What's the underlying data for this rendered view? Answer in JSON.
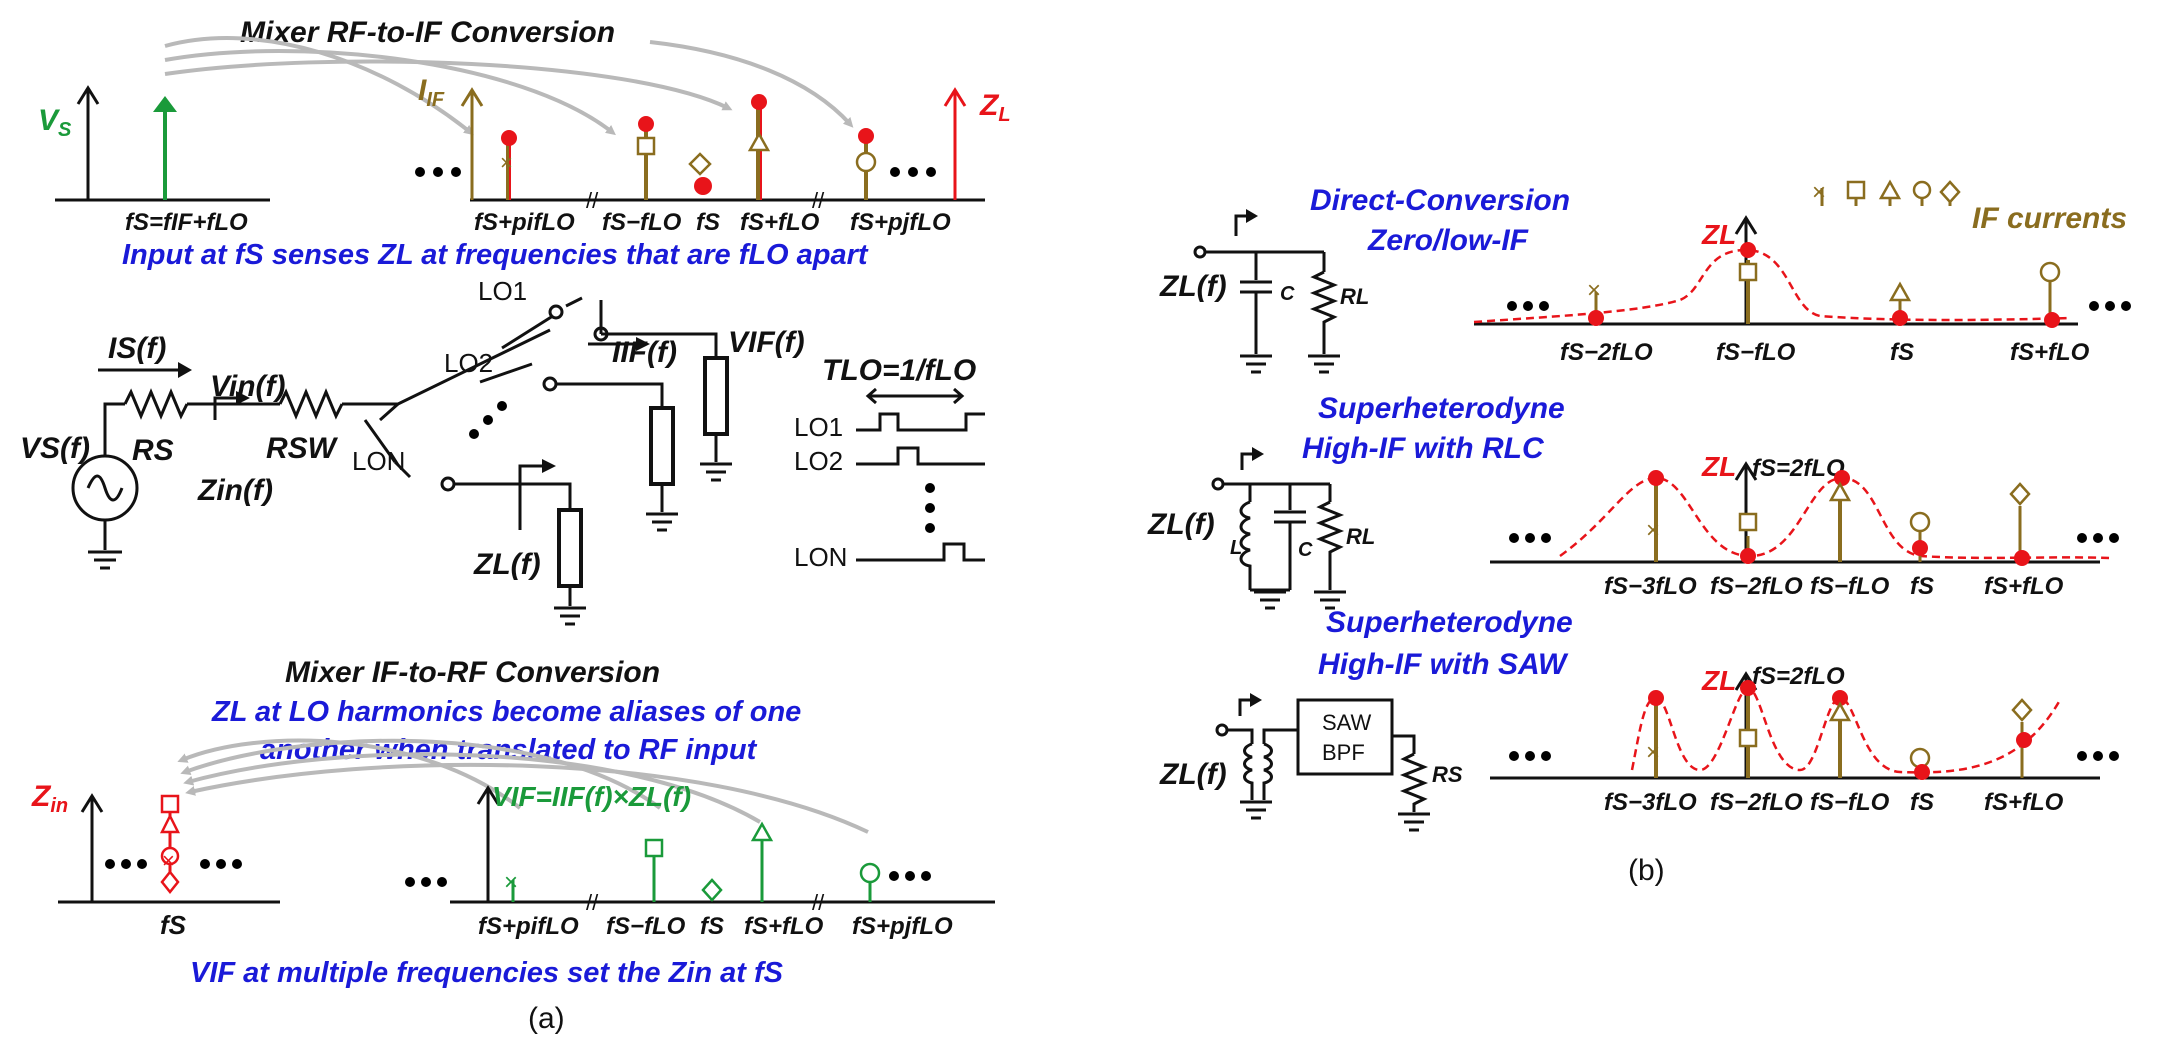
{
  "colors": {
    "blue": "#1a1ad8",
    "brown": "#8a6d1f",
    "red": "#e8141a",
    "green": "#1a9a3a",
    "gray": "#b9b9b9"
  },
  "a": {
    "rf_if_title": "Mixer RF-to-IF Conversion",
    "vs_axis": "V",
    "vs_axis_sub": "S",
    "vs_tick": "fS=fIF+fLO",
    "iif_axis": "I",
    "iif_axis_sub": "IF",
    "zl_axis": "Z",
    "zl_axis_sub": "L",
    "top_ticks": [
      "fS+pifLO",
      "fS−fLO",
      "fS",
      "fS+fLO",
      "fS+pjfLO"
    ],
    "top_caption": "Input at fS senses ZL at frequencies that are fLO apart",
    "circuit": {
      "is": "IS(f)",
      "vin": "Vin(f)",
      "vs": "VS(f)",
      "rs": "RS",
      "rsw": "RSW",
      "zin": "Zin(f)",
      "zl": "ZL(f)",
      "iif": "IIF(f)",
      "vif": "VIF(f)",
      "lo1": "LO1",
      "lo2": "LO2",
      "lon": "LON"
    },
    "timing": {
      "period": "TLO=1/fLO",
      "labels": [
        "LO1",
        "LO2",
        "LON"
      ]
    },
    "if_rf_title": "Mixer IF-to-RF Conversion",
    "alias_line1": "ZL at LO harmonics become aliases of one",
    "alias_line2": "another when translated to RF input",
    "zin_axis": "Z",
    "zin_axis_sub": "in",
    "zin_tick": "fS",
    "vif_equation": "VIF=IIF(f)×ZL(f)",
    "bottom_ticks": [
      "fS+pifLO",
      "fS−fLO",
      "fS",
      "fS+fLO",
      "fS+pjfLO"
    ],
    "bottom_caption": "VIF at multiple frequencies set the Zin at fS",
    "label": "(a)"
  },
  "b": {
    "legend": "IF currents",
    "zl_node": "ZL(f)",
    "zl_axis": "ZL",
    "c_label": "C",
    "l_label": "L",
    "rl_label": "RL",
    "rs_label": "RS",
    "saw_label1": "SAW",
    "saw_label2": "BPF",
    "fs_eq_2flo": "fS=2fLO",
    "p1": {
      "title1": "Direct-Conversion",
      "title2": "Zero/low-IF",
      "ticks": [
        "fS−2fLO",
        "fS−fLO",
        "fS",
        "fS+fLO"
      ]
    },
    "p2": {
      "title1": "Superheterodyne",
      "title2": "High-IF with RLC",
      "ticks": [
        "fS−3fLO",
        "fS−2fLO",
        "fS−fLO",
        "fS",
        "fS+fLO"
      ]
    },
    "p3": {
      "title1": "Superheterodyne",
      "title2": "High-IF with SAW",
      "ticks": [
        "fS−3fLO",
        "fS−2fLO",
        "fS−fLO",
        "fS",
        "fS+fLO"
      ]
    },
    "label": "(b)"
  }
}
